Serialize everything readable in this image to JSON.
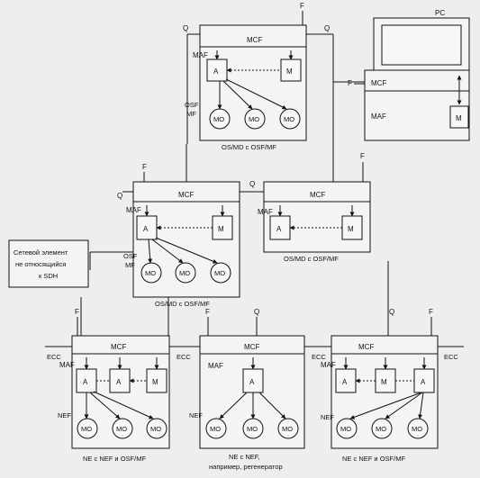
{
  "labels": {
    "mcf": "MCF",
    "maf": "MAF",
    "nef": "NEF",
    "osf": "OSF",
    "mf": "MF",
    "mo": "MO",
    "a": "A",
    "m": "M",
    "f": "F",
    "q": "Q",
    "ecc": "ECC",
    "pc": "PC"
  },
  "captions": {
    "os_top": "OS/MD  с  OSF/MF",
    "os_left": "OS/MD  с  OSF/MF",
    "os_right": "OS/MD  с  OSF/MF",
    "ne_left": "NE  с  NEF  и  OSF/MF",
    "ne_mid_1": "NE  с  NEF,",
    "ne_mid_2": "например, регенератор",
    "ne_right": "NE  с  NEF  и  OSF/MF"
  },
  "external": {
    "line1": "Сетевой элемент",
    "line2": "не относящийся",
    "line3": "к SDH"
  }
}
